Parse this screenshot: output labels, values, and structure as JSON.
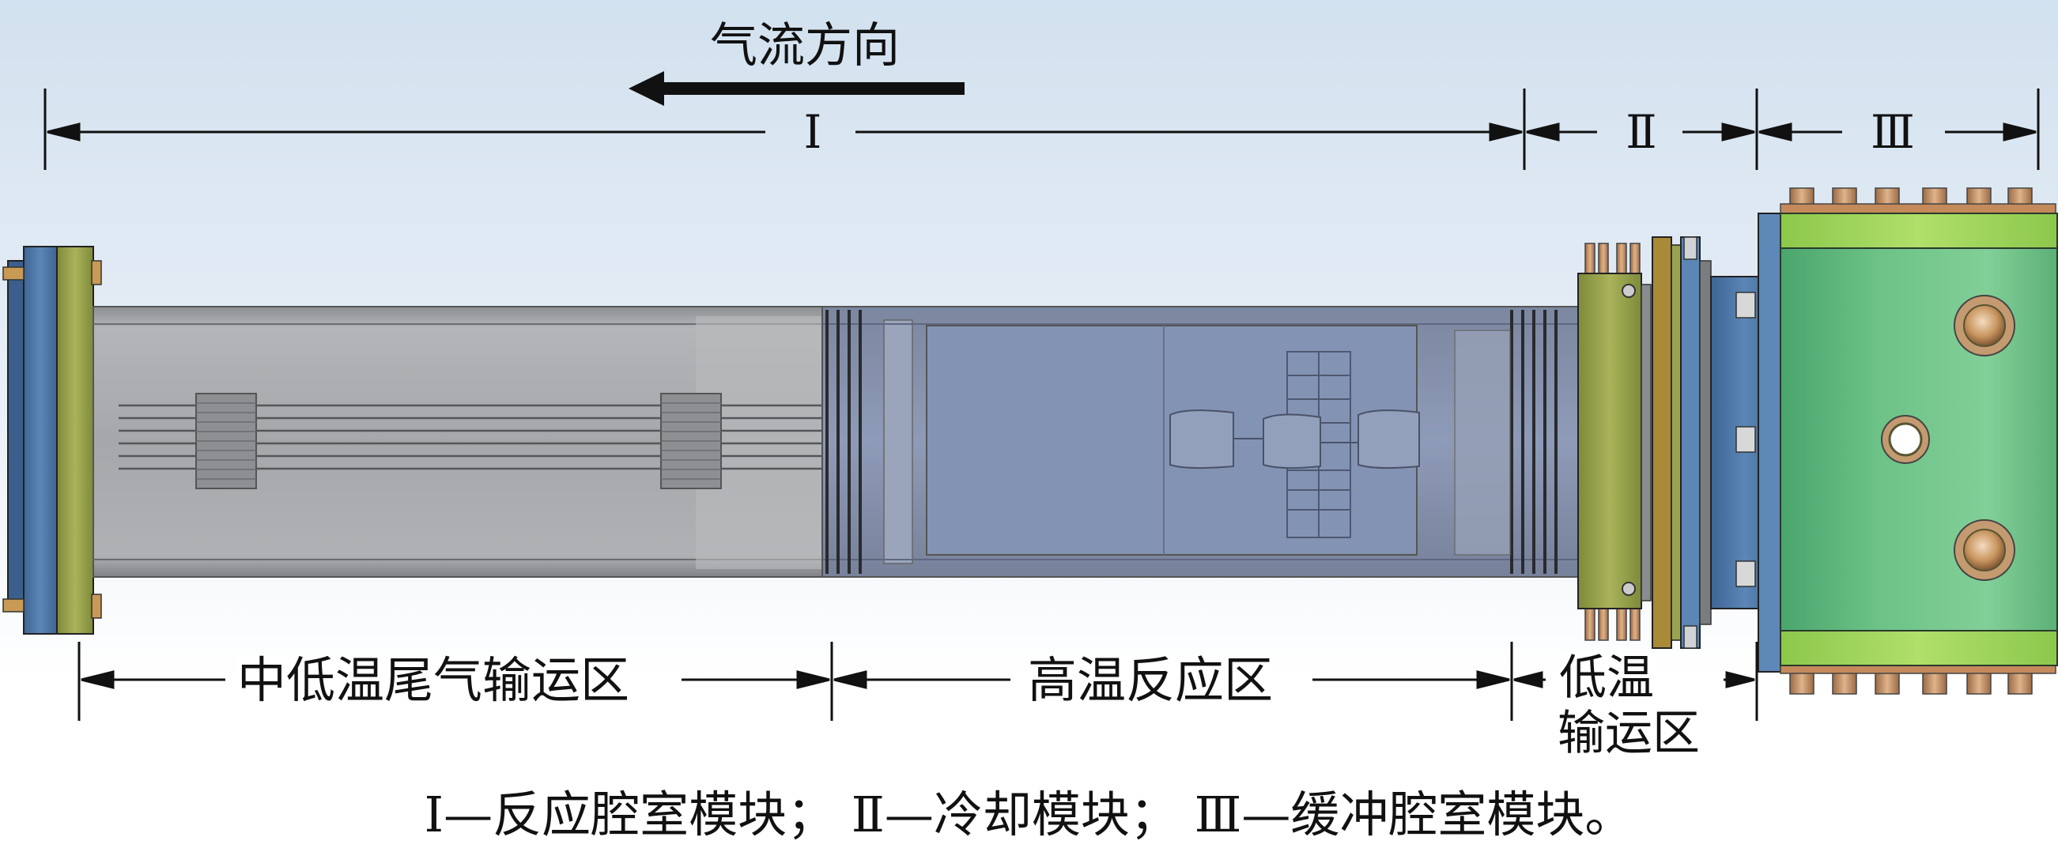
{
  "flow_label": "气流方向",
  "modules": {
    "I": "Ⅰ",
    "II": "Ⅱ",
    "III": "Ⅲ"
  },
  "zones": {
    "mid_low_temp": "中低温尾气输运区",
    "high_temp": "高温反应区",
    "low_temp_line1": "低温",
    "low_temp_line2": "输运区"
  },
  "caption": "Ⅰ—反应腔室模块； Ⅱ—冷却模块； Ⅲ—缓冲腔室模块。",
  "colors": {
    "sky_top": "#d5e3f0",
    "flange_blue": "#4f79a8",
    "flange_olive": "#9aa34f",
    "flange_gold": "#a88a38",
    "chamber_blue": "#7f93b8",
    "tube_gray": "#a7a7aa",
    "buffer_green": "#6fbf86",
    "buffer_band": "#9fd45a",
    "bolt_copper": "#c48a5b"
  }
}
